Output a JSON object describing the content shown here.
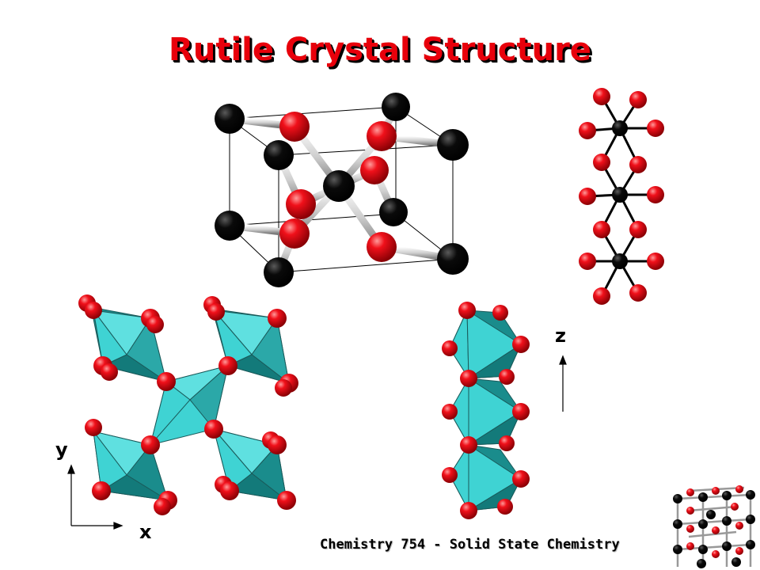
{
  "title": "Rutile Crystal Structure",
  "footer": "Chemistry 754 - Solid State Chemistry",
  "axes": {
    "x": "x",
    "y": "y",
    "z": "z"
  },
  "colors": {
    "oxygen": "#e8000b",
    "titanium": "#000000",
    "octahedron_light": "#3fd3d3",
    "octahedron_dark": "#1a8c8c",
    "bond": "#cfcfcf"
  }
}
